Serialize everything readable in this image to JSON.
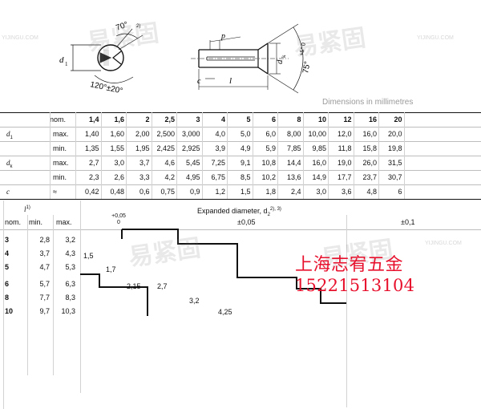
{
  "drawing": {
    "labels": {
      "d1": "d",
      "d1_sub": "1",
      "angle_top": "70°",
      "angle_top_sup": "2)",
      "angle_bottom": "120°±20°",
      "p": "p",
      "l": "l",
      "c": "c",
      "dk": "d",
      "dk_sub": "k",
      "angle_head": "75°",
      "angle_head_tol": "+5°\n 0"
    },
    "caption": "Dimensions in millimetres"
  },
  "top_table": {
    "headers": [
      "1,4",
      "1,6",
      "2",
      "2,5",
      "3",
      "4",
      "5",
      "6",
      "8",
      "10",
      "12",
      "16",
      "20"
    ],
    "rows": [
      {
        "param": "",
        "param_sub": "",
        "kind": "nom.",
        "values": []
      },
      {
        "param": "d",
        "param_sub": "1",
        "kind": "max.",
        "values": [
          "1,40",
          "1,60",
          "2,00",
          "2,500",
          "3,000",
          "4,0",
          "5,0",
          "6,0",
          "8,00",
          "10,00",
          "12,0",
          "16,0",
          "20,0"
        ]
      },
      {
        "param": "",
        "param_sub": "",
        "kind": "min.",
        "values": [
          "1,35",
          "1,55",
          "1,95",
          "2,425",
          "2,925",
          "3,9",
          "4,9",
          "5,9",
          "7,85",
          "9,85",
          "11,8",
          "15,8",
          "19,8"
        ]
      },
      {
        "param": "d",
        "param_sub": "k",
        "kind": "max.",
        "values": [
          "2,7",
          "3,0",
          "3,7",
          "4,6",
          "5,45",
          "7,25",
          "9,1",
          "10,8",
          "14,4",
          "16,0",
          "19,0",
          "26,0",
          "31,5"
        ]
      },
      {
        "param": "",
        "param_sub": "",
        "kind": "min.",
        "values": [
          "2,3",
          "2,6",
          "3,3",
          "4,2",
          "4,95",
          "6,75",
          "8,5",
          "10,2",
          "13,6",
          "14,9",
          "17,7",
          "23,7",
          "30,7"
        ]
      },
      {
        "param": "c",
        "param_sub": "",
        "kind": "≈",
        "values": [
          "0,42",
          "0,48",
          "0,6",
          "0,75",
          "0,9",
          "1,2",
          "1,5",
          "1,8",
          "2,4",
          "3,0",
          "3,6",
          "4,8",
          "6"
        ]
      }
    ],
    "nom_label": "nom."
  },
  "bottom_table": {
    "l_header": "l",
    "l_header_sup": "1)",
    "expanded_title": "Expanded diameter, d",
    "expanded_sub": "2",
    "expanded_sup": "2), 3)",
    "cols": [
      "nom.",
      "min.",
      "max."
    ],
    "tolerances": [
      "+0,05\n0",
      "±0,05",
      "±0,1"
    ],
    "rows": [
      {
        "nom": "3",
        "min": "2,8",
        "max": "3,2"
      },
      {
        "nom": "4",
        "min": "3,7",
        "max": "4,3"
      },
      {
        "nom": "5",
        "min": "4,7",
        "max": "5,3"
      },
      {
        "nom": "6",
        "min": "5,7",
        "max": "6,3"
      },
      {
        "nom": "8",
        "min": "7,7",
        "max": "8,3"
      },
      {
        "nom": "10",
        "min": "9,7",
        "max": "10,3"
      }
    ],
    "expanded_values": [
      "1,5",
      "1,7",
      "2,15",
      "2,7",
      "3,2",
      "4,25"
    ]
  },
  "overlay": {
    "company": "上海志宥五金",
    "phone": "15221513104",
    "color": "#e8112d"
  },
  "watermark": {
    "text": "易紧固",
    "url": "YIJINGU.COM"
  }
}
